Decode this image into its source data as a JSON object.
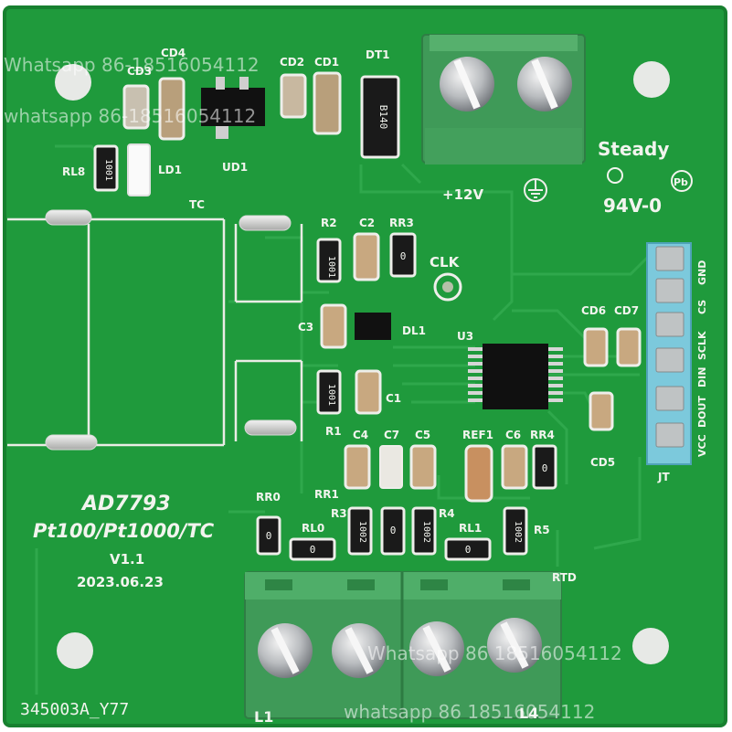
{
  "board": {
    "colors": {
      "pcb": "#1f9a3c",
      "pcb_dark": "#188232",
      "terminal": "#48a862",
      "pin_header": "#6ec3d8",
      "silk": "#f2f4ee"
    },
    "title": "AD7793",
    "subtitle": "Pt100/Pt1000/TC",
    "version": "V1.1",
    "date": "2023.06.23",
    "serial": "345003A_Y77",
    "brand": "Steady",
    "rating": "94V-0",
    "pb_mark": "Pb",
    "supply_label": "+12V",
    "clk_label": "CLK",
    "tc_label": "TC",
    "rtd_label": "RTD",
    "l1_label": "L1",
    "l4_label": "L4",
    "jt_label": "JT",
    "header_pins": [
      "VCC",
      "DOUT",
      "DIN",
      "SCLK",
      "CS",
      "GND"
    ],
    "designators": {
      "cd4": "CD4",
      "cd3": "CD3",
      "cd2": "CD2",
      "cd1": "CD1",
      "dt1": "DT1",
      "rl8": "RL8",
      "ld1": "LD1",
      "ud1": "UD1",
      "r2": "R2",
      "c2": "C2",
      "rr3": "RR3",
      "c3": "C3",
      "dl1": "DL1",
      "u3": "U3",
      "cd6": "CD6",
      "cd7": "CD7",
      "c1": "C1",
      "r1": "R1",
      "c4": "C4",
      "c7": "C7",
      "c5": "C5",
      "ref1": "REF1",
      "c6": "C6",
      "rr4": "RR4",
      "cd5": "CD5",
      "rr0": "RR0",
      "rr1": "RR1",
      "r3": "R3",
      "r4": "R4",
      "rl0": "RL0",
      "rl1": "RL1",
      "r5": "R5"
    },
    "part_marks": {
      "r1001": "1001",
      "r1002": "1002",
      "r0": "0",
      "dt1_mark": "B140"
    },
    "watermarks": [
      "Whatsapp 86-18516054112",
      "whatsapp 86-18516054112",
      "Whatsapp 86 18516054112",
      "whatsapp 86 18516054112"
    ]
  }
}
